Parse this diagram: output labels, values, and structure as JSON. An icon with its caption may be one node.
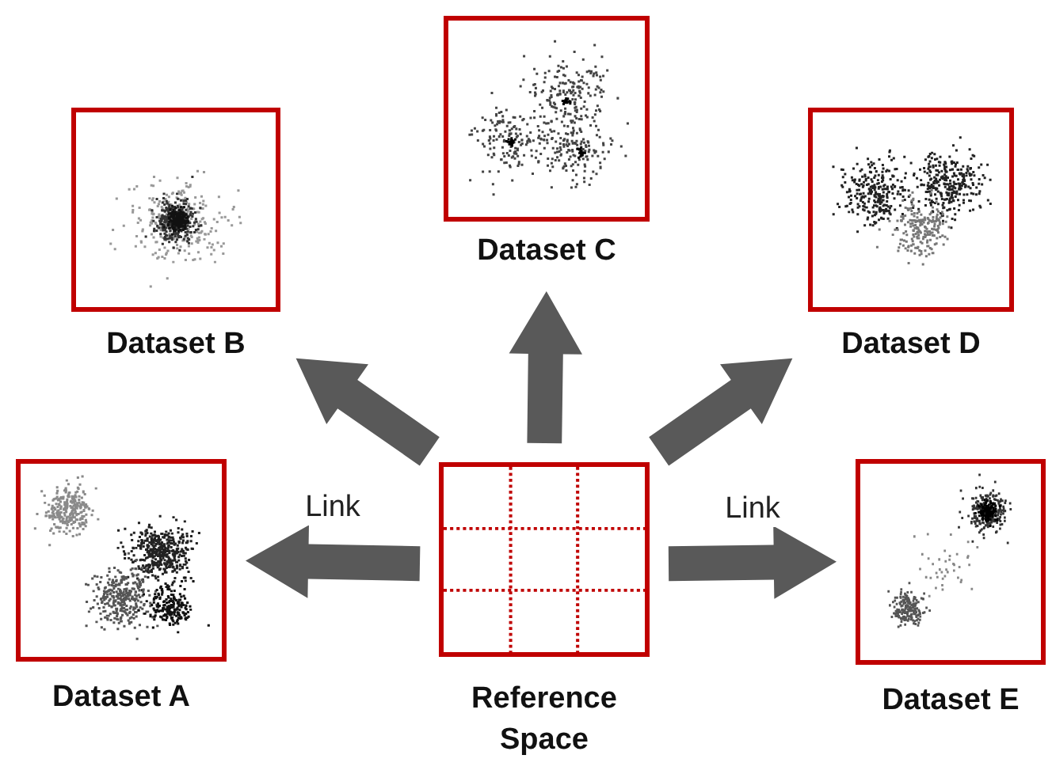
{
  "diagram": {
    "nodes": [
      {
        "text": [
          "Reference Space"
        ]
      },
      {
        "text": [
          "Dataset A"
        ]
      },
      {
        "text": [
          "Dataset B"
        ]
      },
      {
        "text": [
          "Dataset C"
        ]
      },
      {
        "text": [
          "Dataset D"
        ]
      },
      {
        "text": [
          "Dataset E"
        ]
      }
    ],
    "edges": [
      {
        "from": 0,
        "to": 1,
        "arrow": "to",
        "label": "Link",
        "style": "thick"
      },
      {
        "from": 0,
        "to": 2,
        "arrow": "to",
        "style": "thick"
      },
      {
        "from": 0,
        "to": 3,
        "arrow": "to",
        "style": "thick"
      },
      {
        "from": 0,
        "to": 4,
        "arrow": "to",
        "style": "thick"
      },
      {
        "from": 0,
        "to": 5,
        "arrow": "to",
        "label": "Link",
        "style": "thick"
      }
    ]
  }
}
